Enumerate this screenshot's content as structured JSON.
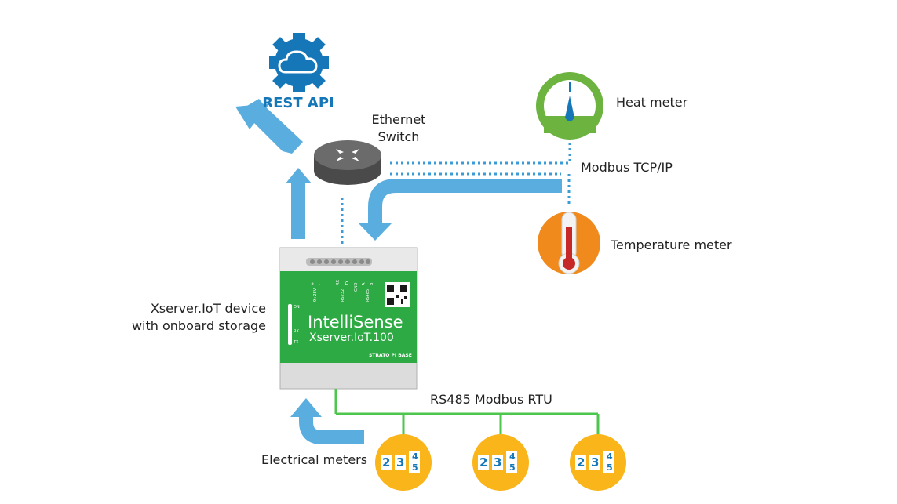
{
  "cloud": {
    "label": "REST API",
    "icon": "cloud-gear-icon"
  },
  "ethernet_switch": {
    "label_line1": "Ethernet",
    "label_line2": "Switch",
    "icon": "router-icon"
  },
  "heat_meter": {
    "label": "Heat meter",
    "icon": "gauge-icon"
  },
  "temperature_meter": {
    "label": "Temperature meter",
    "icon": "thermometer-icon"
  },
  "modbus_tcp": {
    "label": "Modbus TCP/IP"
  },
  "device": {
    "caption_line1": "Xserver.IoT device",
    "caption_line2": "with onboard storage",
    "title": "IntelliSense",
    "subtitle": "Xserver.IoT.100",
    "brand": "STRATO PI BASE",
    "leds": [
      "ON",
      "RX",
      "TX"
    ],
    "pins": [
      "+",
      "-",
      "9÷28V",
      "RX",
      "TX",
      "RS232",
      "GND",
      "A",
      "B",
      "RS485"
    ]
  },
  "rs485": {
    "label": "RS485 Modbus RTU"
  },
  "electrical_meters": {
    "label": "Electrical meters",
    "digits": [
      "2",
      "3",
      "4",
      "5"
    ],
    "count": 3,
    "icon": "meter-counter-icon"
  },
  "colors": {
    "arrow": "#5aaedf",
    "dotted": "#3a9bd6",
    "green_bus": "#4cc64c",
    "device_green": "#2eaa44",
    "meter_yellow": "#f9b51a",
    "accent_blue": "#1577b8"
  }
}
